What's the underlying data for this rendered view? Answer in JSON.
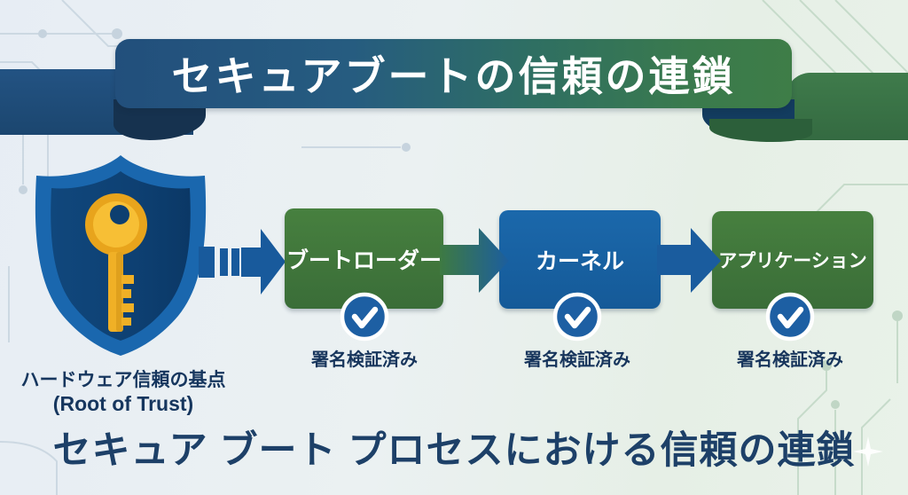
{
  "banner": {
    "title": "セキュアブートの信頼の連鎖"
  },
  "root_of_trust": {
    "icon": "shield-key-icon",
    "label_line1": "ハードウェア信頼の基点",
    "label_line2": "(Root of Trust)"
  },
  "chain": {
    "steps": [
      {
        "label": "ブートローダー",
        "status": "署名検証済み",
        "box_color": "#41793d",
        "status_icon": "check-circle-icon"
      },
      {
        "label": "カーネル",
        "status": "署名検証済み",
        "box_color": "#1763a5",
        "status_icon": "check-circle-icon"
      },
      {
        "label": "アプリケーション",
        "status": "署名検証済み",
        "box_color": "#41793d",
        "status_icon": "check-circle-icon"
      }
    ],
    "connector_from_root": "dashed-arrow",
    "connector_between_steps": "solid-arrow"
  },
  "caption": {
    "text": "セキュア ブート プロセスにおける信頼の連鎖"
  },
  "colors": {
    "ribbon_blue": "#235383",
    "ribbon_green": "#3e7d47",
    "arrow_blue": "#1a5c9e",
    "check_badge_blue": "#1d5fa3",
    "text_navy": "#17355c",
    "shield_rim_blue": "#1a67ae",
    "shield_inner_navy": "#0e4174",
    "key_gold": "#f2b028"
  }
}
